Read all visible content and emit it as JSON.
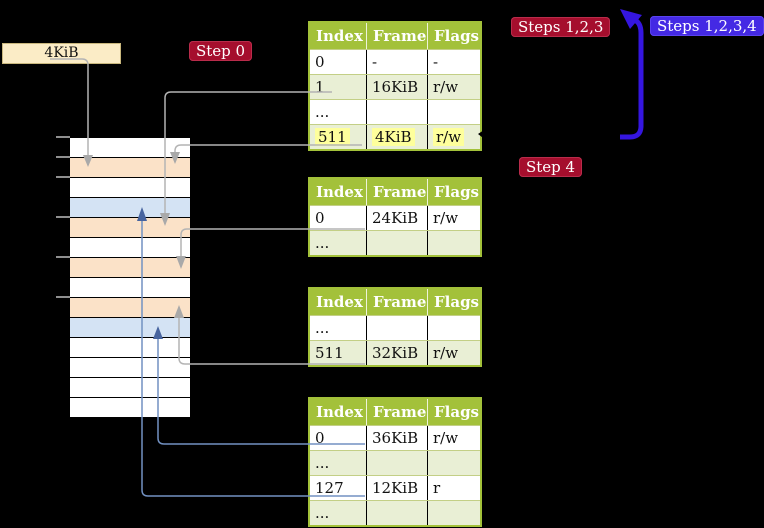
{
  "size_label": "4KiB",
  "badges": {
    "step0": "Step 0",
    "steps123": "Steps 1,2,3",
    "steps1234": "Steps 1,2,3,4",
    "step4": "Step 4"
  },
  "colors": {
    "background": "#000000",
    "table_header_green": "#a3c13a",
    "table_row_alt_green": "#e9efd5",
    "table_row_separator": "#c3cf86",
    "highlight_yellow": "#feff9c",
    "badge_red": "#a50e2d",
    "badge_blue": "#4429e4",
    "arrow_blue": "#3516e0",
    "connector_gray_line": "#b4b4b4",
    "connector_gray_head": "#a9a9a9",
    "connector_blue_line": "#7291c2",
    "connector_blue_head": "#47649f",
    "memory_page_table_peach": "#fbe2c8",
    "memory_mapped_page_blue": "#d4e3f4",
    "memory_free_white": "#ffffff",
    "size_label_bg": "#fbecc6",
    "size_label_border": "#c9b77d"
  },
  "memory_strip": {
    "rows": [
      "free",
      "page-table",
      "free",
      "mapped-page",
      "page-table",
      "free",
      "page-table",
      "free",
      "page-table",
      "mapped-page",
      "free",
      "free",
      "free",
      "free"
    ]
  },
  "tables": [
    {
      "name": "level-4-page-table",
      "headers": [
        "Index",
        "Frame",
        "Flags"
      ],
      "rows": [
        {
          "cells": [
            "0",
            "-",
            "-"
          ],
          "shaded": false,
          "highlighted": false
        },
        {
          "cells": [
            "1",
            "16KiB",
            "r/w"
          ],
          "shaded": true,
          "highlighted": false
        },
        {
          "cells": [
            "...",
            "",
            ""
          ],
          "shaded": false,
          "highlighted": false
        },
        {
          "cells": [
            "511",
            "4KiB",
            "r/w"
          ],
          "shaded": true,
          "highlighted": true
        }
      ]
    },
    {
      "name": "level-3-page-table",
      "headers": [
        "Index",
        "Frame",
        "Flags"
      ],
      "rows": [
        {
          "cells": [
            "0",
            "24KiB",
            "r/w"
          ],
          "shaded": false,
          "highlighted": false
        },
        {
          "cells": [
            "...",
            "",
            ""
          ],
          "shaded": true,
          "highlighted": false
        }
      ]
    },
    {
      "name": "level-2-page-table",
      "headers": [
        "Index",
        "Frame",
        "Flags"
      ],
      "rows": [
        {
          "cells": [
            "...",
            "",
            ""
          ],
          "shaded": false,
          "highlighted": false
        },
        {
          "cells": [
            "511",
            "32KiB",
            "r/w"
          ],
          "shaded": true,
          "highlighted": false
        }
      ]
    },
    {
      "name": "level-1-page-table",
      "headers": [
        "Index",
        "Frame",
        "Flags"
      ],
      "rows": [
        {
          "cells": [
            "0",
            "36KiB",
            "r/w"
          ],
          "shaded": false,
          "highlighted": false
        },
        {
          "cells": [
            "...",
            "",
            ""
          ],
          "shaded": true,
          "highlighted": false
        },
        {
          "cells": [
            "127",
            "12KiB",
            "r"
          ],
          "shaded": false,
          "highlighted": false
        },
        {
          "cells": [
            "...",
            "",
            ""
          ],
          "shaded": true,
          "highlighted": false
        }
      ]
    }
  ]
}
